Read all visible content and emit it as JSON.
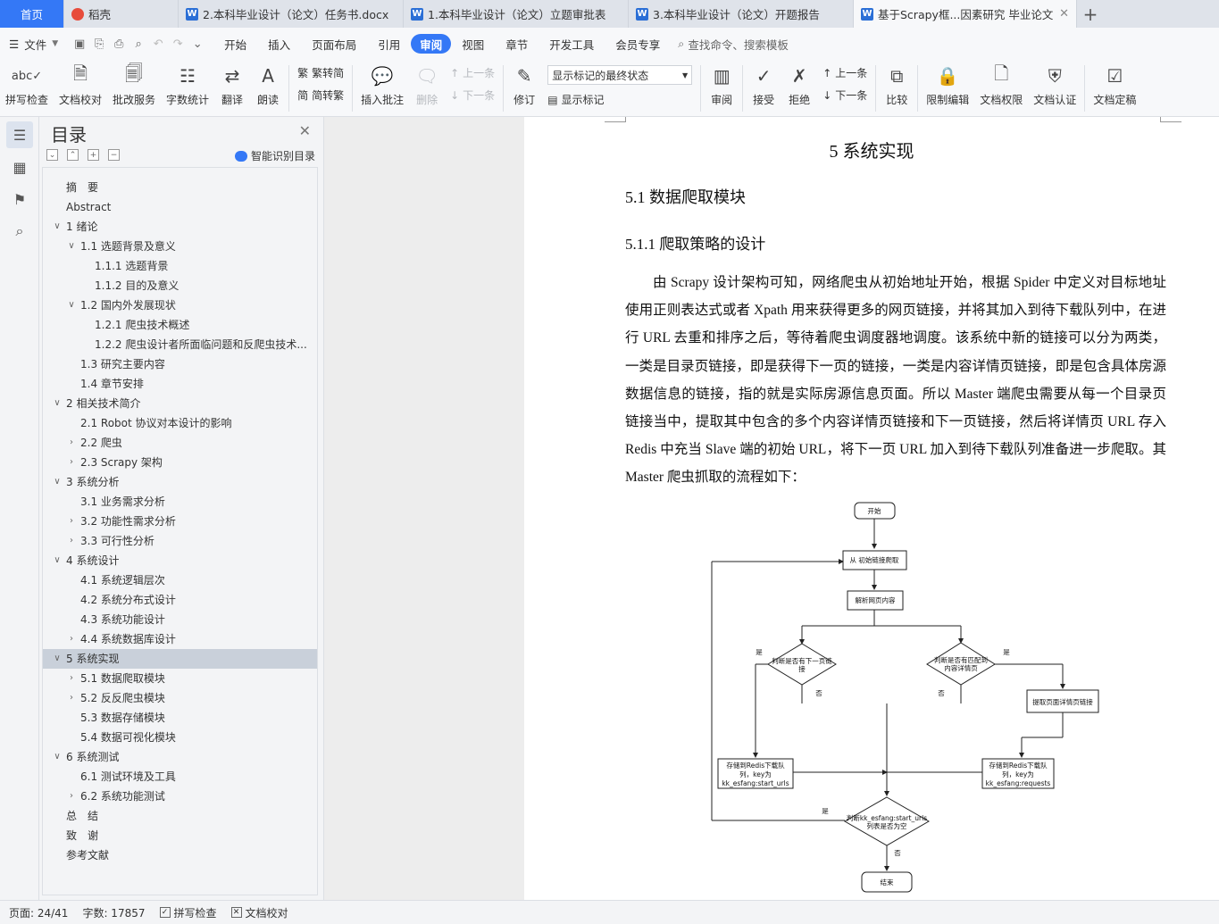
{
  "tabs": [
    {
      "label": "首页"
    },
    {
      "label": "稻壳"
    },
    {
      "label": "2.本科毕业设计（论文）任务书.docx"
    },
    {
      "label": "1.本科毕业设计（论文）立题审批表"
    },
    {
      "label": "3.本科毕业设计（论文）开题报告"
    },
    {
      "label": "基于Scrapy框...因素研究 毕业论文"
    }
  ],
  "menu": {
    "file": "文件",
    "items": [
      "开始",
      "插入",
      "页面布局",
      "引用",
      "审阅",
      "视图",
      "章节",
      "开发工具",
      "会员专享"
    ],
    "active": "审阅",
    "search": "查找命令、搜索模板"
  },
  "ribbon": {
    "spell": "拼写检查",
    "doc_check": "文档校对",
    "batch": "批改服务",
    "word_count": "字数统计",
    "translate": "翻译",
    "read": "朗读",
    "to_traditional": "繁转简",
    "to_simplified": "简转繁",
    "insert_comment": "插入批注",
    "delete": "删除",
    "prev": "上一条",
    "next": "下一条",
    "track": "修订",
    "display_select": "显示标记的最终状态",
    "show_markup": "显示标记",
    "review": "审阅",
    "accept": "接受",
    "reject": "拒绝",
    "prev2": "上一条",
    "next2": "下一条",
    "compare": "比较",
    "restrict": "限制编辑",
    "rights": "文档权限",
    "auth": "文档认证",
    "finalize": "文档定稿"
  },
  "toc": {
    "title": "目录",
    "smart": "智能识别目录",
    "items": [
      {
        "label": "摘　要",
        "level": 0,
        "chev": ""
      },
      {
        "label": "Abstract",
        "level": 0,
        "chev": ""
      },
      {
        "label": "1  绪论",
        "level": 0,
        "chev": "v"
      },
      {
        "label": "1.1  选题背景及意义",
        "level": 1,
        "chev": "v"
      },
      {
        "label": "1.1.1 选题背景",
        "level": 2,
        "chev": ""
      },
      {
        "label": "1.1.2 目的及意义",
        "level": 2,
        "chev": ""
      },
      {
        "label": "1.2  国内外发展现状",
        "level": 1,
        "chev": "v"
      },
      {
        "label": "1.2.1  爬虫技术概述",
        "level": 2,
        "chev": ""
      },
      {
        "label": "1.2.2  爬虫设计者所面临问题和反爬虫技术...",
        "level": 2,
        "chev": ""
      },
      {
        "label": "1.3  研究主要内容",
        "level": 1,
        "chev": ""
      },
      {
        "label": "1.4  章节安排",
        "level": 1,
        "chev": ""
      },
      {
        "label": "2  相关技术简介",
        "level": 0,
        "chev": "v"
      },
      {
        "label": "2.1 Robot 协议对本设计的影响",
        "level": 1,
        "chev": ""
      },
      {
        "label": "2.2  爬虫",
        "level": 1,
        "chev": ">"
      },
      {
        "label": "2.3 Scrapy 架构",
        "level": 1,
        "chev": ">"
      },
      {
        "label": "3  系统分析",
        "level": 0,
        "chev": "v"
      },
      {
        "label": "3.1  业务需求分析",
        "level": 1,
        "chev": ""
      },
      {
        "label": "3.2  功能性需求分析",
        "level": 1,
        "chev": ">"
      },
      {
        "label": "3.3  可行性分析",
        "level": 1,
        "chev": ">"
      },
      {
        "label": "4  系统设计",
        "level": 0,
        "chev": "v"
      },
      {
        "label": "4.1  系统逻辑层次",
        "level": 1,
        "chev": ""
      },
      {
        "label": "4.2  系统分布式设计",
        "level": 1,
        "chev": ""
      },
      {
        "label": "4.3  系统功能设计",
        "level": 1,
        "chev": ""
      },
      {
        "label": "4.4  系统数据库设计",
        "level": 1,
        "chev": ">"
      },
      {
        "label": "5  系统实现",
        "level": 0,
        "chev": "v",
        "selected": true
      },
      {
        "label": "5.1  数据爬取模块",
        "level": 1,
        "chev": ">"
      },
      {
        "label": "5.2  反反爬虫模块",
        "level": 1,
        "chev": ">"
      },
      {
        "label": "5.3  数据存储模块",
        "level": 1,
        "chev": ""
      },
      {
        "label": "5.4  数据可视化模块",
        "level": 1,
        "chev": ""
      },
      {
        "label": "6  系统测试",
        "level": 0,
        "chev": "v"
      },
      {
        "label": "6.1  测试环境及工具",
        "level": 1,
        "chev": ""
      },
      {
        "label": "6.2  系统功能测试",
        "level": 1,
        "chev": ">"
      },
      {
        "label": "总　结",
        "level": 0,
        "chev": ""
      },
      {
        "label": "致　谢",
        "level": 0,
        "chev": ""
      },
      {
        "label": "参考文献",
        "level": 0,
        "chev": ""
      }
    ]
  },
  "document": {
    "chapter_title": "5  系统实现",
    "section_title": "5.1  数据爬取模块",
    "subsection_title": "5.1.1  爬取策略的设计",
    "paragraph": "由 Scrapy 设计架构可知，网络爬虫从初始地址开始，根据 Spider 中定义对目标地址使用正则表达式或者 Xpath 用来获得更多的网页链接，并将其加入到待下载队列中，在进行 URL 去重和排序之后，等待着爬虫调度器地调度。该系统中新的链接可以分为两类，一类是目录页链接，即是获得下一页的链接，一类是内容详情页链接，即是包含具体房源数据信息的链接，指的就是实际房源信息页面。所以 Master 端爬虫需要从每一个目录页链接当中，提取其中包含的多个内容详情页链接和下一页链接，然后将详情页 URL 存入 Redis 中充当 Slave 端的初始 URL，将下一页 URL 加入到待下载队列准备进一步爬取。其 Master 爬虫抓取的流程如下："
  },
  "flowchart": {
    "start": "开始",
    "crawl": "从 初始链接爬取",
    "parse": "解析网页内容",
    "decision_left_1": "判断是否有下一页链",
    "decision_left_2": "接",
    "decision_right_1": "判断是否有匹配到",
    "decision_right_2": "内容详情页",
    "yes": "是",
    "no": "否",
    "extract": "提取页面详情页链接",
    "store_left_1": "存储到Redis下载队",
    "store_left_2": "列，key为",
    "store_left_3": "kk_esfang:start_urls",
    "store_right_1": "存储到Redis下载队",
    "store_right_2": "列，key为",
    "store_right_3": "kk_esfang:requests",
    "decision_bottom_1": "判断kk_esfang:start_urls",
    "decision_bottom_2": "列表是否为空",
    "end": "结束"
  },
  "status": {
    "page": "页面: 24/41",
    "words": "字数: 17857",
    "spell": "拼写检查",
    "doc_check": "文档校对"
  },
  "colors": {
    "accent": "#3478f6",
    "toc_selected": "#c9d0da"
  }
}
